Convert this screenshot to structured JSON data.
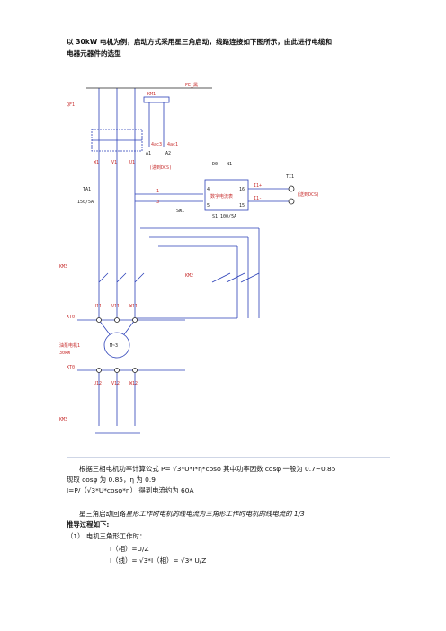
{
  "heading": {
    "line1": "以 30kW 电机为例，启动方式采用星三角启动，线路连接如下图所示，由此进行电缆和",
    "line2": "电器元器件的选型"
  },
  "diagram": {
    "labels": {
      "pe": "PE_黑",
      "qf": "QF1",
      "km1": "KM1",
      "aux1": "4ac3",
      "aux2": "4ac1",
      "a1": "A1",
      "a2": "A2",
      "ta1": "TA1",
      "w1": "W1",
      "v1": "V1",
      "u1": "U1",
      "note1": "(进到DCS)",
      "sw": "SW1",
      "d0": "D0",
      "n1": "N1",
      "meter": "数字电流表",
      "t1": "1",
      "t3": "3",
      "t4": "4",
      "t5": "5",
      "t16": "16",
      "t15": "15",
      "i1": "I1+",
      "i2": "I1-",
      "ti": "TI1",
      "note2": "(送到DCS)",
      "ratio": "150/5A",
      "model": "S1  100/5A",
      "km3": "KM3",
      "km2": "KM2",
      "u11": "U11",
      "v11": "V11",
      "w11": "W11",
      "m": "M~3",
      "motor": "油泵电机1",
      "power": "30kW",
      "u12": "U12",
      "v12": "V12",
      "w12": "W12",
      "xt1": "XT0",
      "xt2": "XT0",
      "km4": "KM3"
    },
    "colors": {
      "blue": "#2a3fb8",
      "red": "#c83030",
      "green": "#2f8a2f",
      "black": "#222222"
    }
  },
  "body": {
    "p1": "根据三相电机功率计算公式 P= √3*U*I*η*cosφ 其中功率因数 cosφ 一般为 0.7~0.85",
    "p2": "现取 cosφ 为 0.85，η 为 0.9",
    "p3": "I=P/（√3*U*cosφ*η） 得到电流约为 60A",
    "p4a": "星三角启动回路",
    "p4b": "星形工作时电机的线电流为三角形工作时电机的线电流的 1/3",
    "p5": "推导过程如下:",
    "p6": "（1）   电机三角形工作时：",
    "p7": "I（相）=U/Z",
    "p8": "I（线）= √3*I（相）= √3* U/Z"
  }
}
